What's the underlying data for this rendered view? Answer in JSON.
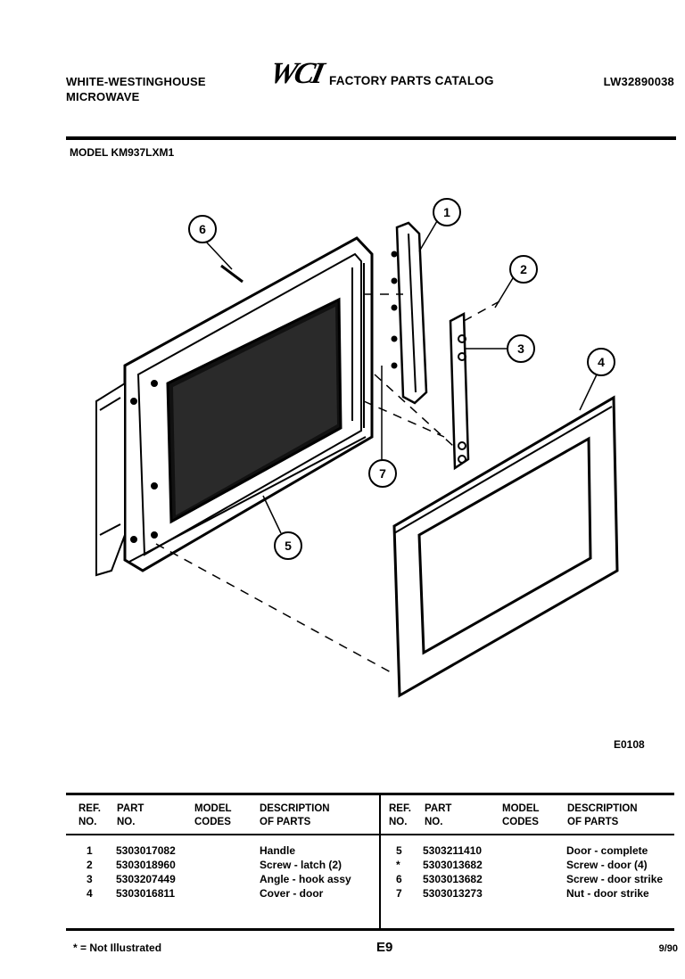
{
  "header": {
    "brand_line1": "WHITE-WESTINGHOUSE",
    "brand_line2": "MICROWAVE",
    "logo": "WCI",
    "catalog_title": "FACTORY PARTS CATALOG",
    "catalog_number": "LW32890038"
  },
  "model_line": "MODEL KM937LXM1",
  "figure_code": "E0108",
  "callouts": [
    "1",
    "2",
    "3",
    "4",
    "5",
    "6",
    "7"
  ],
  "table": {
    "headers": {
      "ref": "REF.\nNO.",
      "part": "PART\nNO.",
      "model": "MODEL\nCODES",
      "desc": "DESCRIPTION\nOF PARTS"
    },
    "left_rows": [
      {
        "ref": "1",
        "part": "5303017082",
        "model": "",
        "desc": "Handle"
      },
      {
        "ref": "2",
        "part": "5303018960",
        "model": "",
        "desc": "Screw - latch (2)"
      },
      {
        "ref": "3",
        "part": "5303207449",
        "model": "",
        "desc": "Angle - hook assy"
      },
      {
        "ref": "4",
        "part": "5303016811",
        "model": "",
        "desc": "Cover - door"
      }
    ],
    "right_rows": [
      {
        "ref": "5",
        "part": "5303211410",
        "model": "",
        "desc": "Door - complete"
      },
      {
        "ref": "*",
        "part": "5303013682",
        "model": "",
        "desc": "Screw - door (4)"
      },
      {
        "ref": "6",
        "part": "5303013682",
        "model": "",
        "desc": "Screw - door strike"
      },
      {
        "ref": "7",
        "part": "5303013273",
        "model": "",
        "desc": "Nut - door strike"
      }
    ]
  },
  "footer": {
    "note": "* = Not Illustrated",
    "page_code": "E9",
    "date": "9/90"
  }
}
